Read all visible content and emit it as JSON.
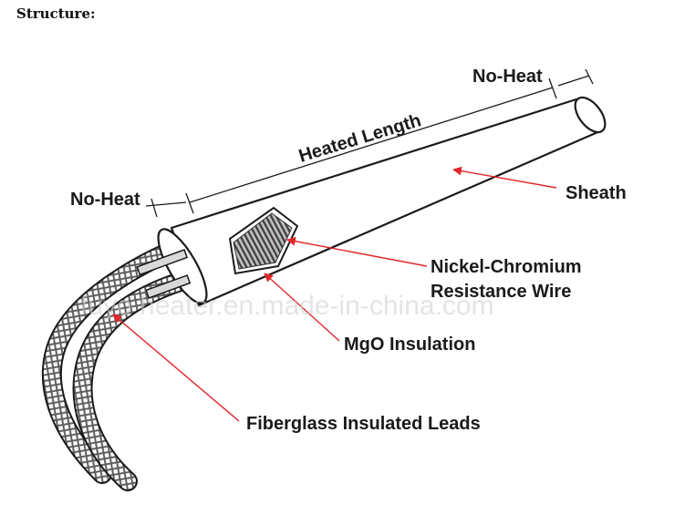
{
  "header": {
    "title": "Structure:"
  },
  "labels": {
    "no_heat_top": "No-Heat",
    "heated_length": "Heated Length",
    "no_heat_left": "No-Heat",
    "sheath": "Sheath",
    "wire_line1": "Nickel-Chromium",
    "wire_line2": "Resistance Wire",
    "mgo": "MgO Insulation",
    "leads": "Fiberglass Insulated  Leads"
  },
  "watermark": "fuyo heater.en.made-in-china.com",
  "colors": {
    "arrow": "#e0262a",
    "outline": "#1b1b1b",
    "lead_braid": "#6f6f6f"
  }
}
